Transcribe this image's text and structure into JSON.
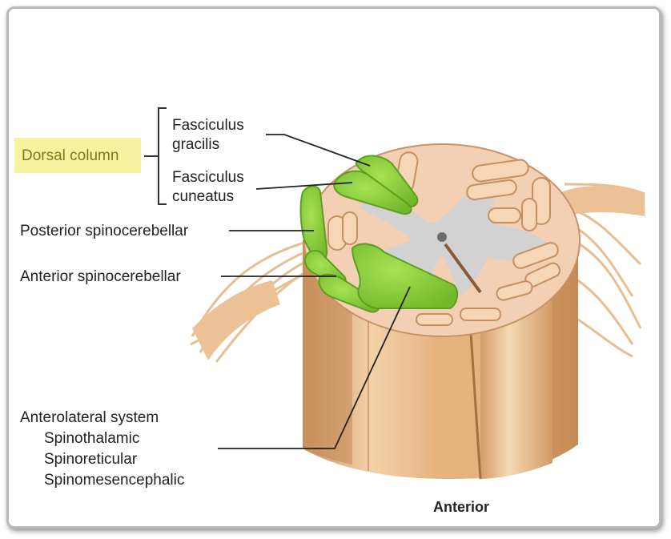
{
  "labels": {
    "dorsal_column": "Dorsal column",
    "fasciculus_gracilis": [
      "Fasciculus",
      "gracilis"
    ],
    "fasciculus_cuneatus": [
      "Fasciculus",
      "cuneatus"
    ],
    "posterior_spinocerebellar": "Posterior spinocerebellar",
    "anterior_spinocerebellar": "Anterior spinocerebellar",
    "anterolateral_system": "Anterolateral system",
    "spinothalamic": "Spinothalamic",
    "spinoreticular": "Spinoreticular",
    "spinomesencephalic": "Spinomesencephalic",
    "anterior": "Anterior"
  },
  "colors": {
    "highlight": "#f7f2a0",
    "tract_green": "#8fd43c",
    "white_matter": "#f2c9b0",
    "grey_matter": "#d3d3d3",
    "nerve": "#e9bf93"
  }
}
